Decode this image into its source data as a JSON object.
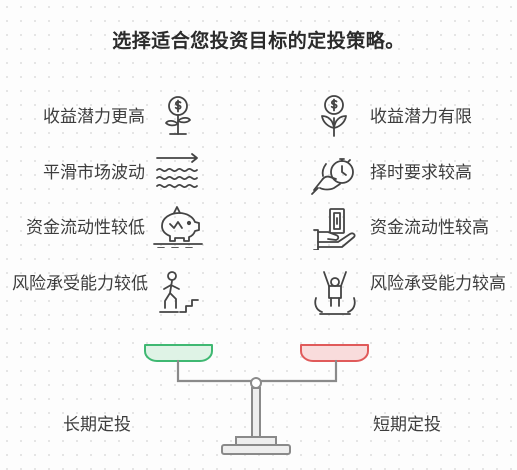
{
  "title": "选择适合您投资目标的定投策略。",
  "left": {
    "items": [
      {
        "label": "收益潜力更高",
        "icon": "money-plant-icon"
      },
      {
        "label": "平滑市场波动",
        "icon": "waves-icon"
      },
      {
        "label": "资金流动性较低",
        "icon": "piggy-bank-icon"
      },
      {
        "label": "风险承受能力较低",
        "icon": "person-climbing-stairs-icon"
      }
    ],
    "bottom_label": "长期定投",
    "accent": "#3fb872"
  },
  "right": {
    "items": [
      {
        "label": "收益潜力有限",
        "icon": "money-flower-icon"
      },
      {
        "label": "择时要求较高",
        "icon": "hand-stopwatch-icon"
      },
      {
        "label": "资金流动性较高",
        "icon": "hand-cash-icon"
      },
      {
        "label": "风险承受能力较高",
        "icon": "person-arms-up-icon"
      }
    ],
    "bottom_label": "短期定投",
    "accent": "#e05a5a"
  }
}
